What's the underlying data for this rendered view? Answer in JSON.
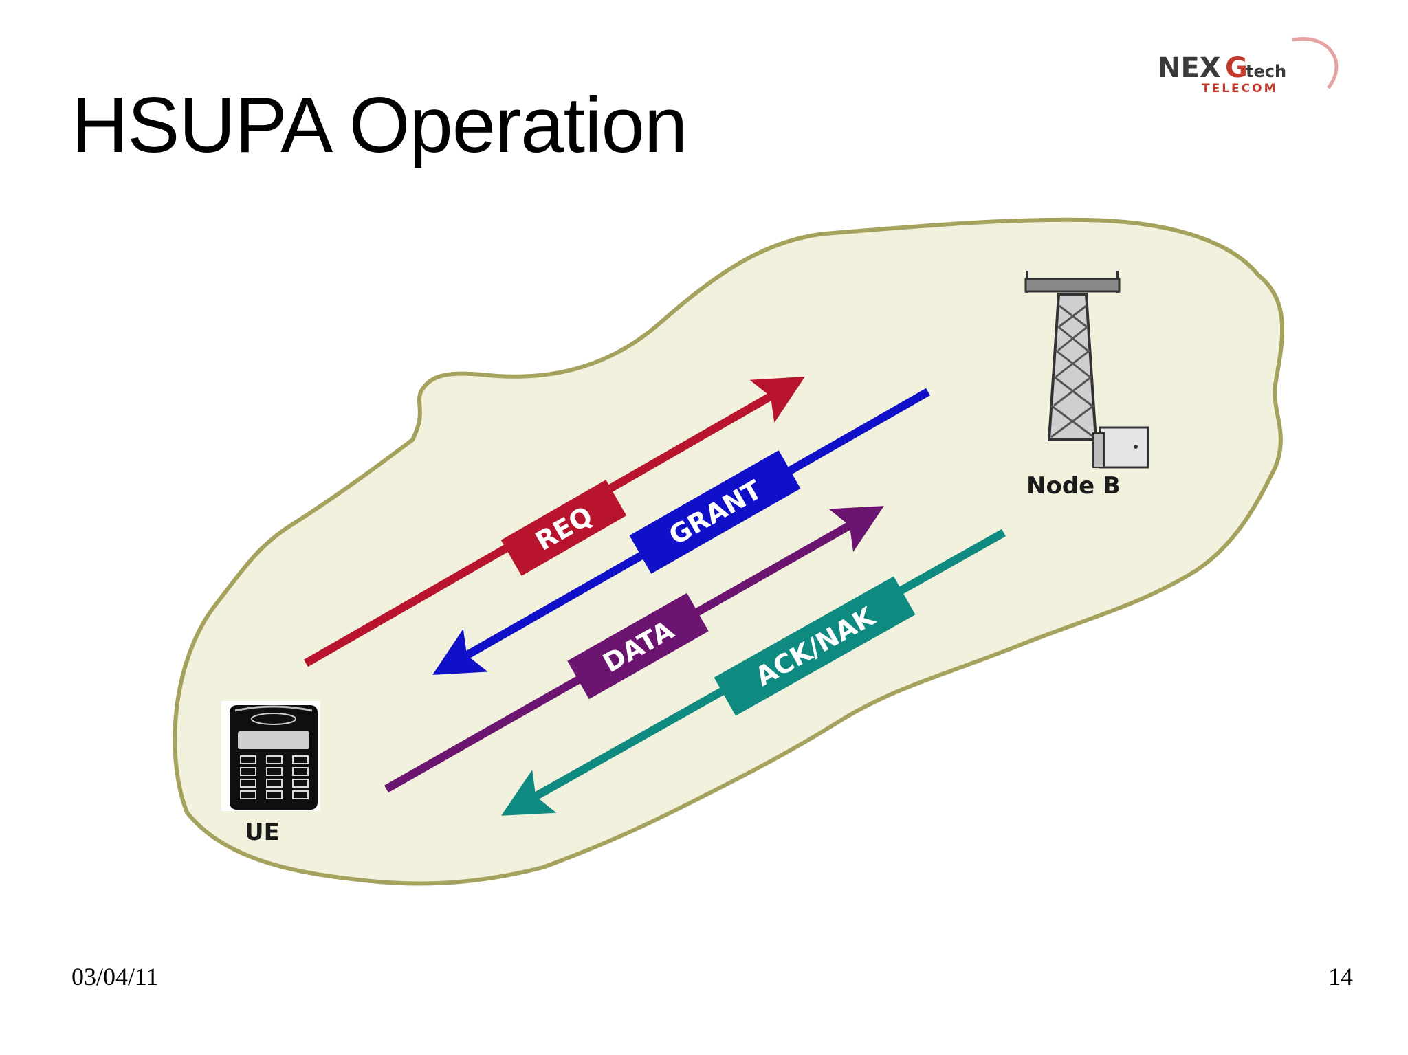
{
  "slide": {
    "title": "HSUPA Operation",
    "date": "03/04/11",
    "page_number": "14"
  },
  "logo": {
    "line1_left": "NEX",
    "line1_g": "G",
    "line1_right": "tech",
    "line2": "TELECOM",
    "colors": {
      "dark": "#3a3a3a",
      "accent": "#c0392b"
    }
  },
  "diagram": {
    "cell_fill": "#f2f1de",
    "cell_stroke": "#a5a25e",
    "ue_label": "UE",
    "node_b_label": "Node B",
    "messages": [
      {
        "label": "REQ",
        "direction": "UE to Node B",
        "color": "#b8142e"
      },
      {
        "label": "GRANT",
        "direction": "Node B to UE",
        "color": "#1010c8"
      },
      {
        "label": "DATA",
        "direction": "UE to Node B",
        "color": "#6b1470"
      },
      {
        "label": "ACK/NAK",
        "direction": "Node B to UE",
        "color": "#0f8a80"
      }
    ]
  }
}
